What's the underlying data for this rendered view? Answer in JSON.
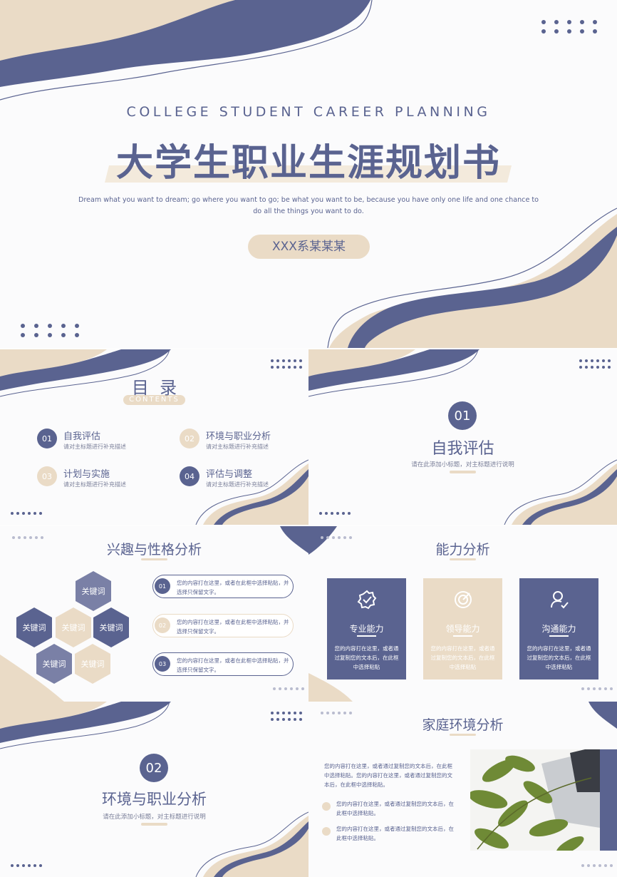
{
  "colors": {
    "navy": "#5a6390",
    "beige": "#eadbc6",
    "light_navy": "#7a80a6"
  },
  "cover": {
    "subtitle_en": "COLLEGE STUDENT CAREER PLANNING",
    "title": "大学生职业生涯规划书",
    "quote_line1": "Dream what you want to dream; go where you want to go; be what you want to be, because you have only one life and one chance to",
    "quote_line2": "do all the things you want to do.",
    "department": "XXX系某某某"
  },
  "toc": {
    "title": "目  录",
    "subtitle": "CONTENTS",
    "items": [
      {
        "num": "01",
        "label": "自我评估",
        "desc": "请对主标题进行补充描述"
      },
      {
        "num": "02",
        "label": "环境与职业分析",
        "desc": "请对主标题进行补充描述"
      },
      {
        "num": "03",
        "label": "计划与实施",
        "desc": "请对主标题进行补充描述"
      },
      {
        "num": "04",
        "label": "评估与调整",
        "desc": "请对主标题进行补充描述"
      }
    ]
  },
  "section1": {
    "num": "01",
    "title": "自我评估",
    "desc": "请在此添加小标题，对主标题进行说明"
  },
  "interest": {
    "title": "兴趣与性格分析",
    "hex_labels": [
      "关键词",
      "关键词",
      "关键词",
      "关键词",
      "关键词",
      "关键词"
    ],
    "items": [
      {
        "num": "01",
        "line1": "您的内容打在这里，或者在此框中选择粘贴，并",
        "line2": "选择只保留文字。"
      },
      {
        "num": "02",
        "line1": "您的内容打在这里，或者在此框中选择粘贴，并",
        "line2": "选择只保留文字。"
      },
      {
        "num": "03",
        "line1": "您的内容打在这里，或者在此框中选择粘贴，并",
        "line2": "选择只保留文字。"
      }
    ]
  },
  "ability": {
    "title": "能力分析",
    "cards": [
      {
        "icon": "badge-check-icon",
        "title": "专业能力",
        "lines": [
          "您的内容打在这里，或者通",
          "过复制您的文本后，在此框",
          "中选择粘贴"
        ]
      },
      {
        "icon": "target-icon",
        "title": "领导能力",
        "lines": [
          "您的内容打在这里，或者通",
          "过复制您的文本后，在此框",
          "中选择粘贴"
        ]
      },
      {
        "icon": "user-check-icon",
        "title": "沟通能力",
        "lines": [
          "您的内容打在这里，或者通",
          "过复制您的文本后，在此框",
          "中选择粘贴"
        ]
      }
    ]
  },
  "section2": {
    "num": "02",
    "title": "环境与职业分析",
    "desc": "请在此添加小标题，对主标题进行说明"
  },
  "family": {
    "title": "家庭环境分析",
    "para": [
      "您的内容打在这里，或者通过复制您的文本后，在此框",
      "中选择粘贴。您的内容打在这里，或者通过复制您的文",
      "本后，在此框中选择粘贴。"
    ],
    "bullets": [
      {
        "line1": "您的内容打在这里，或者通过复制您的文本后，在",
        "line2": "此框中选择粘贴。"
      },
      {
        "line1": "您的内容打在这里，或者通过复制您的文本后，在",
        "line2": "此框中选择粘贴。"
      }
    ]
  }
}
